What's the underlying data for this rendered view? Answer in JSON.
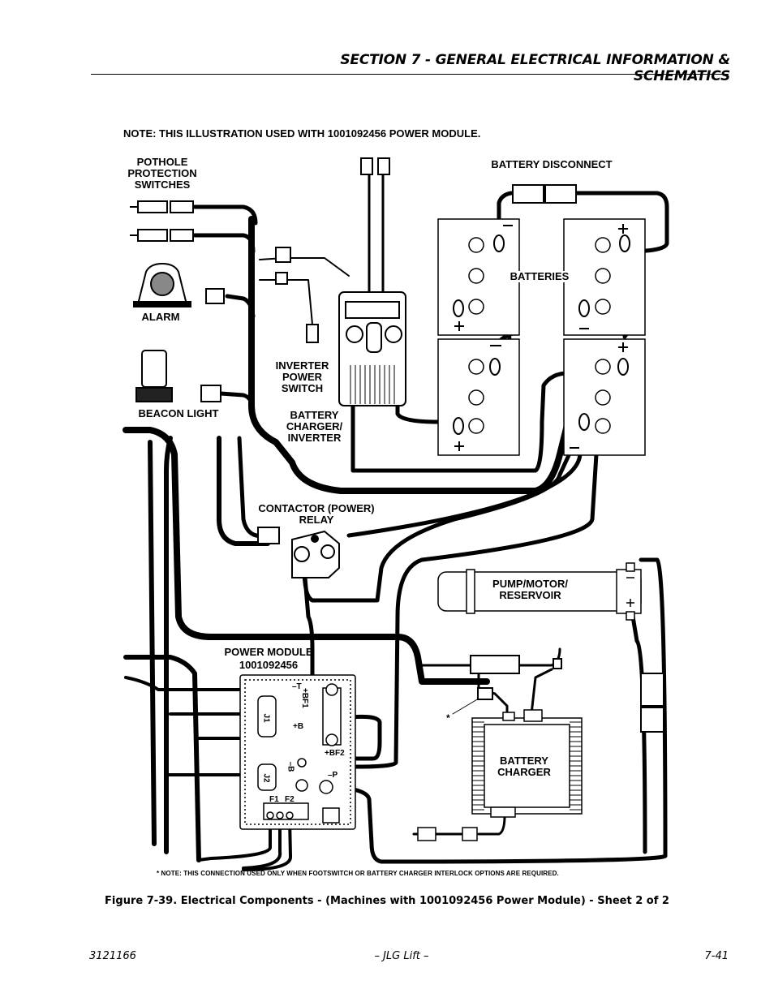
{
  "header": {
    "section_title": "SECTION 7 - GENERAL ELECTRICAL INFORMATION & SCHEMATICS"
  },
  "note_top": "NOTE: THIS ILLUSTRATION USED WITH 1001092456 POWER MODULE.",
  "labels": {
    "pothole": "POTHOLE PROTECTION SWITCHES",
    "battery_disconnect": "BATTERY DISCONNECT",
    "batteries": "BATTERIES",
    "alarm": "ALARM",
    "inverter_power_switch": "INVERTER POWER SWITCH",
    "beacon_light": "BEACON LIGHT",
    "battery_charger_inverter": "BATTERY CHARGER/ INVERTER",
    "contactor": "CONTACTOR (POWER) RELAY",
    "pump_motor": "PUMP/MOTOR/ RESERVOIR",
    "power_module": "POWER MODULE",
    "power_module_pn": "1001092456",
    "battery_charger": "BATTERY CHARGER"
  },
  "terminals": {
    "minus_t": "–T",
    "plus_bf1": "+BF1",
    "j1": "J1",
    "plus_b": "+B",
    "plus_bf2": "+BF2",
    "minus_b": "–B",
    "j2": "J2",
    "minus_p": "–P",
    "f1": "F1",
    "f2": "F2",
    "asterisk": "*"
  },
  "footnote": "* NOTE: THIS CONNECTION USED ONLY WHEN FOOTSWITCH OR BATTERY CHARGER INTERLOCK OPTIONS ARE REQUIRED.",
  "caption": "Figure 7-39.  Electrical Components - (Machines with 1001092456 Power Module) - Sheet 2 of 2",
  "footer": {
    "doc_number": "3121166",
    "center": "– JLG Lift –",
    "page": "7-41"
  }
}
